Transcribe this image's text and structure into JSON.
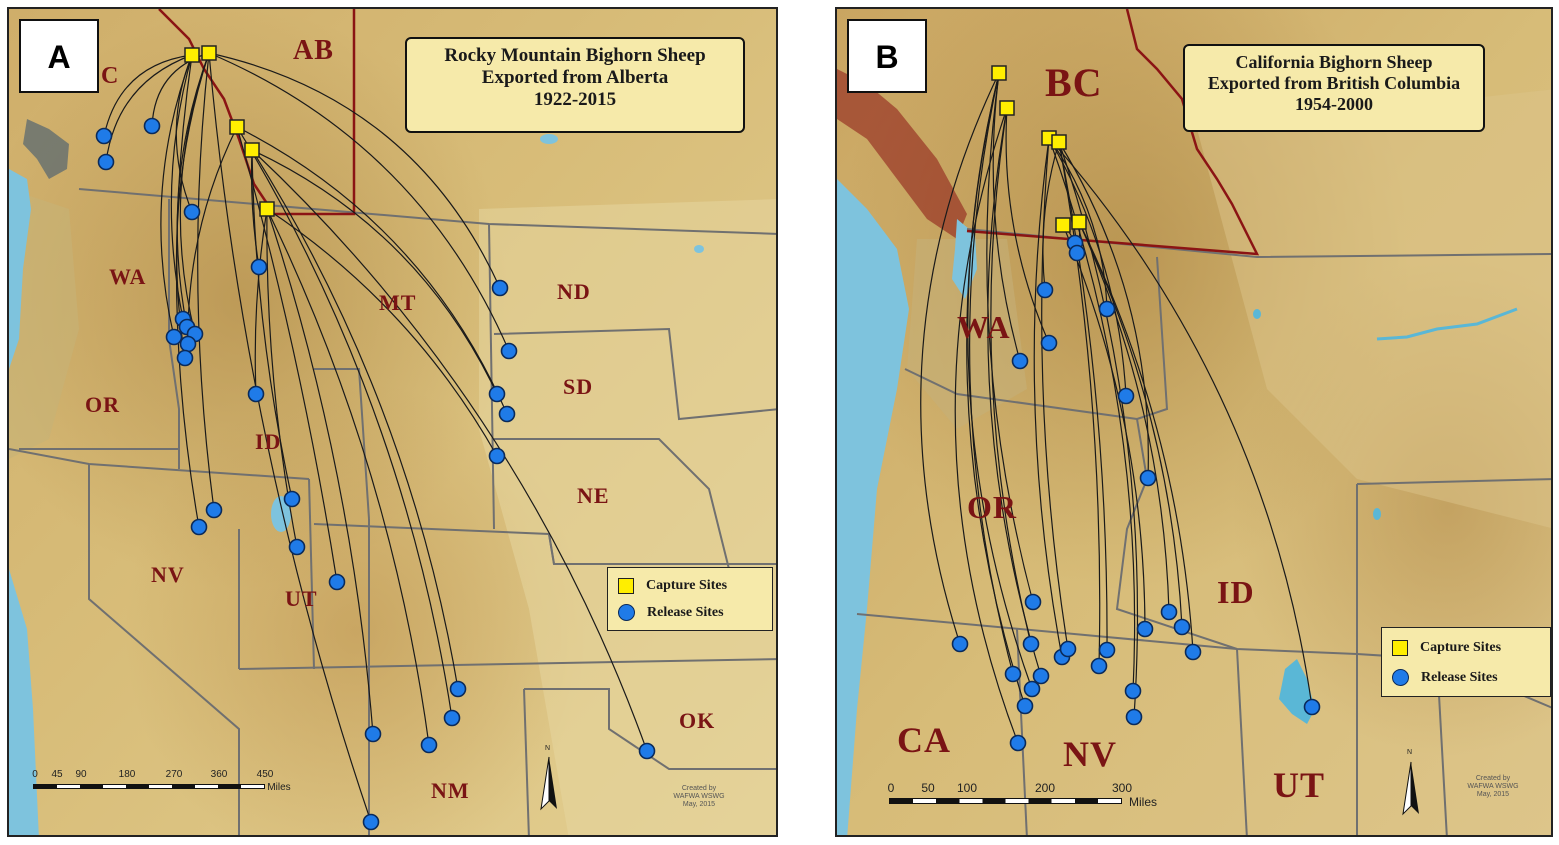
{
  "panel_a": {
    "letter": "A",
    "title_lines": [
      "Rocky Mountain Bighorn Sheep",
      "Exported from Alberta",
      "1922-2015"
    ],
    "state_labels": [
      "AB",
      "C",
      "WA",
      "OR",
      "ID",
      "MT",
      "ND",
      "SD",
      "NE",
      "NV",
      "UT",
      "NM",
      "OK"
    ],
    "legend": {
      "capture": "Capture Sites",
      "release": "Release Sites"
    },
    "scale": {
      "ticks": [
        "0",
        "45",
        "90",
        "180",
        "270",
        "360",
        "450"
      ],
      "unit": "Miles"
    },
    "north_label": "N",
    "credit_lines": [
      "Created by",
      "WAFWA WSWG",
      "May, 2015"
    ]
  },
  "panel_b": {
    "letter": "B",
    "title_lines": [
      "California Bighorn Sheep",
      "Exported from British Columbia",
      "1954-2000"
    ],
    "state_labels": [
      "BC",
      "WA",
      "OR",
      "ID",
      "CA",
      "NV",
      "UT"
    ],
    "legend": {
      "capture": "Capture Sites",
      "release": "Release Sites"
    },
    "scale": {
      "ticks": [
        "0",
        "50",
        "100",
        "200",
        "300"
      ],
      "unit": "Miles"
    },
    "north_label": "N",
    "credit_lines": [
      "Created by",
      "WAFWA WSWG",
      "May, 2015"
    ]
  },
  "colors": {
    "land": "#d9bf7c",
    "ocean": "#7ec3dd",
    "state_border": "#707070",
    "province_border": "#8b1414",
    "label": "#7a1414",
    "capture_fill": "#ffee00",
    "release_fill": "#1f7be8",
    "title_bg": "#f6eaaa"
  }
}
